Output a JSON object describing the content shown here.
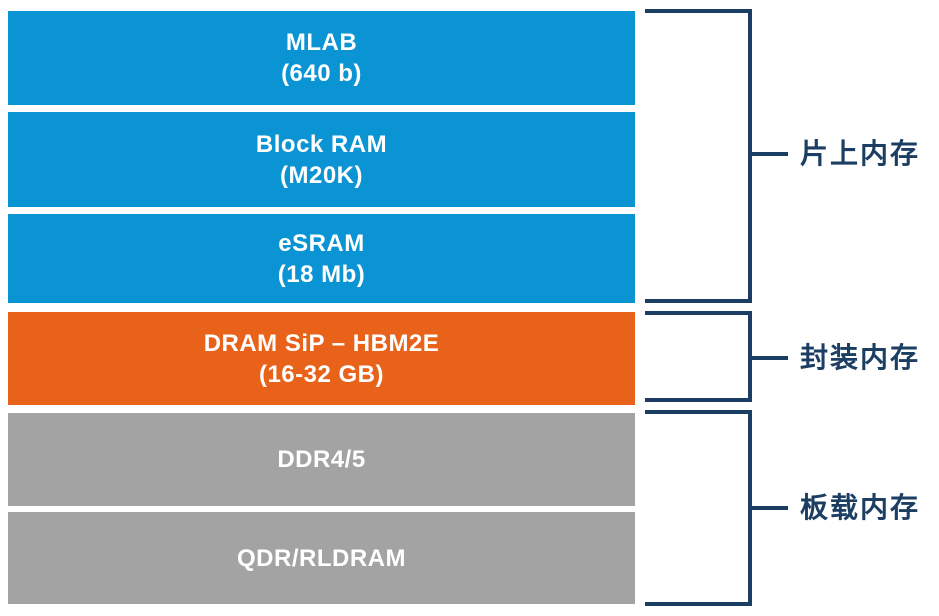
{
  "blocks": [
    {
      "line1": "MLAB",
      "line2": "(640 b)",
      "color": "#0a94d4",
      "group": "on-chip"
    },
    {
      "line1": "Block RAM",
      "line2": "(M20K)",
      "color": "#0a94d4",
      "group": "on-chip"
    },
    {
      "line1": "eSRAM",
      "line2": "(18 Mb)",
      "color": "#0a94d4",
      "group": "on-chip"
    },
    {
      "line1": "DRAM SiP – HBM2E",
      "line2": "(16-32 GB)",
      "color": "#e8621a",
      "group": "in-package"
    },
    {
      "line1": "DDR4/5",
      "line2": "",
      "color": "#a3a3a3",
      "group": "on-board"
    },
    {
      "line1": "QDR/RLDRAM",
      "line2": "",
      "color": "#a3a3a3",
      "group": "on-board"
    }
  ],
  "groups": [
    {
      "label": "片上内存"
    },
    {
      "label": "封装内存"
    },
    {
      "label": "板载内存"
    }
  ],
  "colors": {
    "on_chip_blue": "#0a94d4",
    "in_package_orange": "#e8621a",
    "on_board_gray": "#a3a3a3",
    "bracket_navy": "#1b3e62",
    "block_text": "#ffffff",
    "background": "#ffffff"
  }
}
